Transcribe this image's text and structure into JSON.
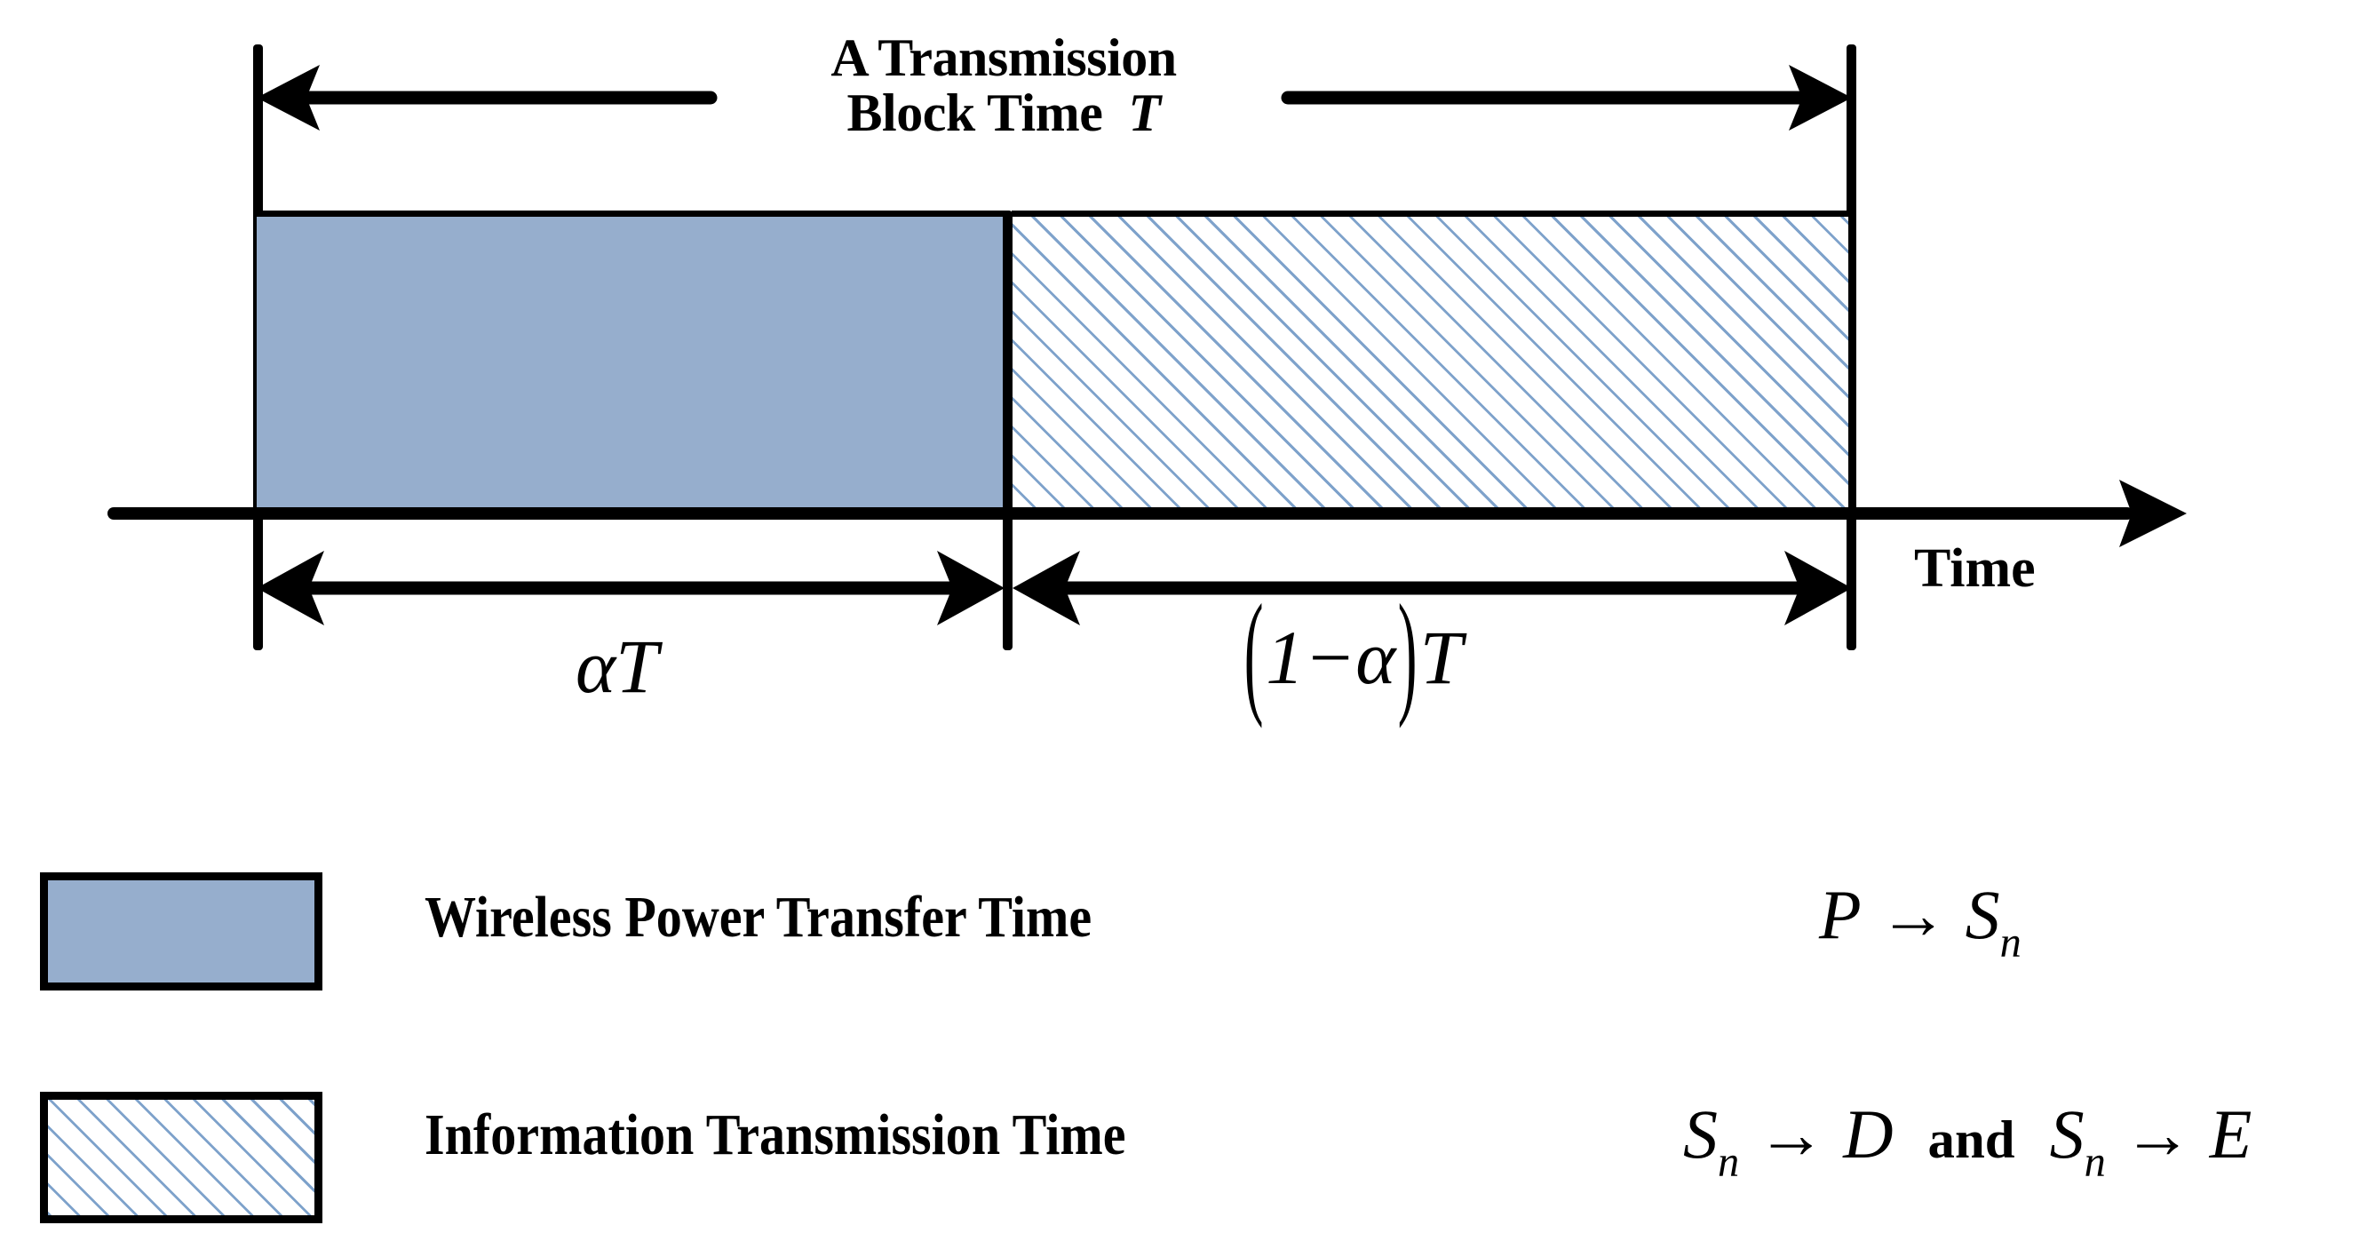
{
  "diagram": {
    "title_line1": "A Transmission",
    "title_line2": "Block Time",
    "title_symbol": "T",
    "axis_label": "Time",
    "segment_left_label": "αT",
    "segment_right_label_open": "(",
    "segment_right_label_body": "1−α",
    "segment_right_label_close": ")",
    "segment_right_label_tail": "T",
    "blocks": [
      {
        "name": "wireless-power-transfer",
        "fill": "solid",
        "fraction": 0.47
      },
      {
        "name": "information-transmission",
        "fill": "hatch",
        "fraction": 0.53
      }
    ],
    "colors": {
      "solid_fill": "#96aecd",
      "hatch_line": "#7ea2cb",
      "stroke": "#000000",
      "background": "#ffffff"
    }
  },
  "legend": {
    "items": [
      {
        "swatch": "solid",
        "label": "Wireless Power Transfer Time",
        "formula": {
          "from": "P",
          "arrow": "→",
          "to": "S",
          "to_sub": "n"
        }
      },
      {
        "swatch": "hatch",
        "label": "Information Transmission Time",
        "formula_a": {
          "from": "S",
          "from_sub": "n",
          "arrow": "→",
          "to": "D"
        },
        "conjunction": "and",
        "formula_b": {
          "from": "S",
          "from_sub": "n",
          "arrow": "→",
          "to": "E"
        }
      }
    ]
  }
}
